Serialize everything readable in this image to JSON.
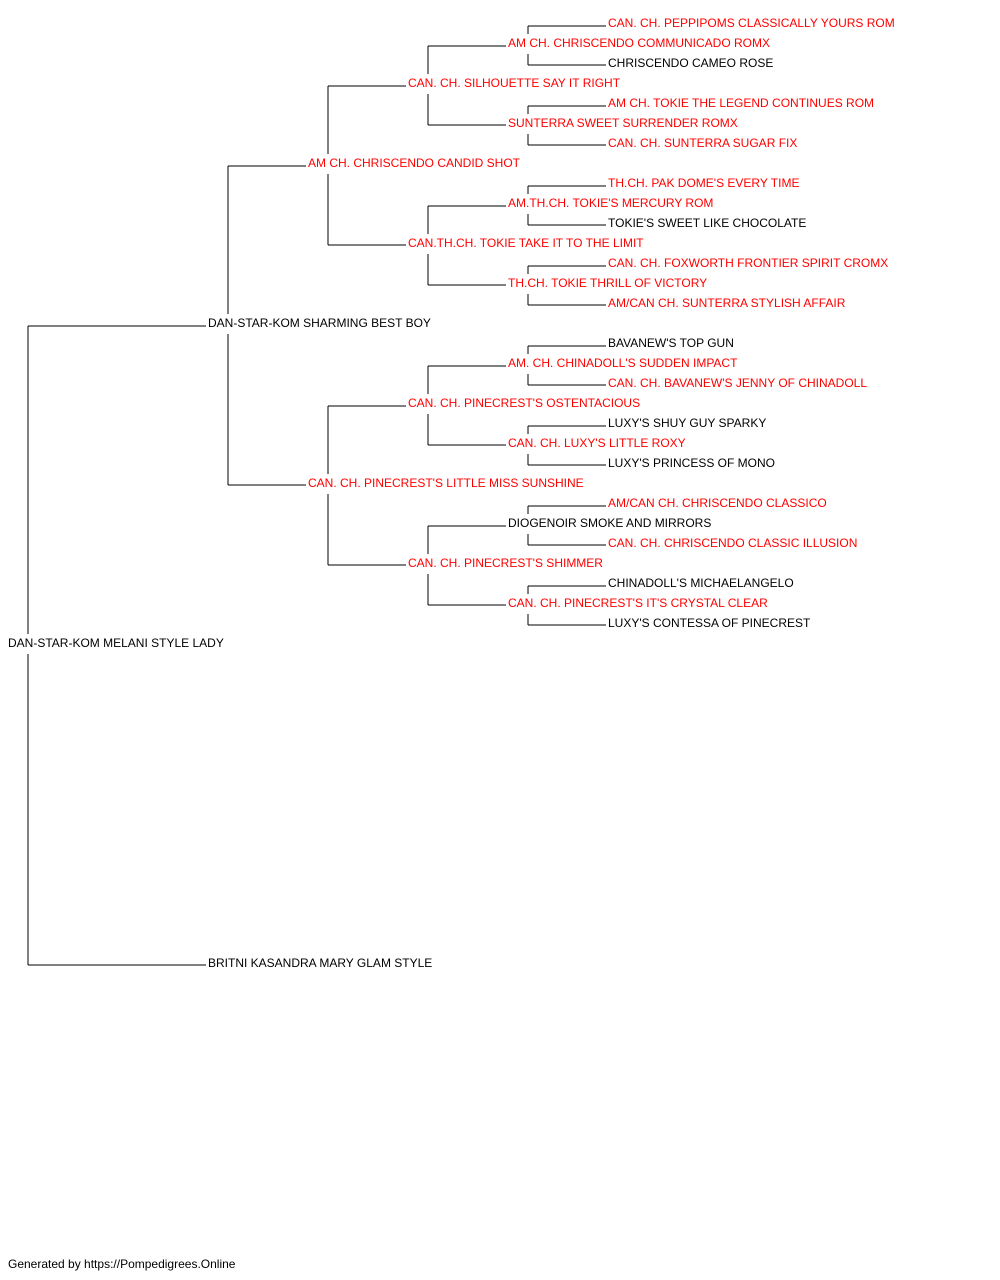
{
  "colors": {
    "champion": "#ff0000",
    "plain": "#000000",
    "connector": "#000000"
  },
  "pedigree": {
    "name": "DAN-STAR-KOM MELANI STYLE LADY",
    "champion": false,
    "sire": {
      "name": "DAN-STAR-KOM SHARMING BEST BOY",
      "champion": false,
      "sire": {
        "name": "AM CH. CHRISCENDO CANDID SHOT",
        "champion": true,
        "sire": {
          "name": "CAN. CH. SILHOUETTE SAY IT RIGHT",
          "champion": true,
          "sire": {
            "name": "AM CH. CHRISCENDO COMMUNICADO ROMX",
            "champion": true,
            "sire": {
              "name": "CAN. CH. PEPPIPOMS CLASSICALLY YOURS ROM",
              "champion": true
            },
            "dam": {
              "name": "CHRISCENDO CAMEO ROSE",
              "champion": false
            }
          },
          "dam": {
            "name": "SUNTERRA SWEET SURRENDER ROMX",
            "champion": true,
            "sire": {
              "name": "AM CH. TOKIE THE LEGEND CONTINUES ROM",
              "champion": true
            },
            "dam": {
              "name": "CAN. CH. SUNTERRA SUGAR FIX",
              "champion": true
            }
          }
        },
        "dam": {
          "name": "CAN.TH.CH. TOKIE TAKE IT TO THE LIMIT",
          "champion": true,
          "sire": {
            "name": "AM.TH.CH. TOKIE'S MERCURY ROM",
            "champion": true,
            "sire": {
              "name": "TH.CH. PAK DOME'S EVERY TIME",
              "champion": true
            },
            "dam": {
              "name": "TOKIE'S SWEET LIKE CHOCOLATE",
              "champion": false
            }
          },
          "dam": {
            "name": "TH.CH. TOKIE THRILL OF VICTORY",
            "champion": true,
            "sire": {
              "name": "CAN. CH. FOXWORTH FRONTIER SPIRIT CROMX",
              "champion": true
            },
            "dam": {
              "name": "AM/CAN CH. SUNTERRA STYLISH AFFAIR",
              "champion": true
            }
          }
        }
      },
      "dam": {
        "name": "CAN. CH. PINECREST'S LITTLE MISS SUNSHINE",
        "champion": true,
        "sire": {
          "name": "CAN. CH. PINECREST'S OSTENTACIOUS",
          "champion": true,
          "sire": {
            "name": "AM. CH. CHINADOLL'S SUDDEN IMPACT",
            "champion": true,
            "sire": {
              "name": "BAVANEW'S TOP GUN",
              "champion": false
            },
            "dam": {
              "name": "CAN. CH. BAVANEW'S JENNY OF CHINADOLL",
              "champion": true
            }
          },
          "dam": {
            "name": "CAN. CH. LUXY'S LITTLE ROXY",
            "champion": true,
            "sire": {
              "name": "LUXY'S SHUY GUY SPARKY",
              "champion": false
            },
            "dam": {
              "name": "LUXY'S PRINCESS OF MONO",
              "champion": false
            }
          }
        },
        "dam": {
          "name": "CAN. CH. PINECREST'S SHIMMER",
          "champion": true,
          "sire": {
            "name": "DIOGENOIR SMOKE AND MIRRORS",
            "champion": false,
            "sire": {
              "name": "AM/CAN CH. CHRISCENDO CLASSICO",
              "champion": true
            },
            "dam": {
              "name": "CAN. CH. CHRISCENDO CLASSIC ILLUSION",
              "champion": true
            }
          },
          "dam": {
            "name": "CAN. CH. PINECREST'S IT'S CRYSTAL CLEAR",
            "champion": true,
            "sire": {
              "name": "CHINADOLL'S MICHAELANGELO",
              "champion": false
            },
            "dam": {
              "name": "LUXY'S CONTESSA OF PINECREST",
              "champion": false
            }
          }
        }
      }
    },
    "dam": {
      "name": "BRITNI KASANDRA MARY GLAM STYLE",
      "champion": false
    }
  },
  "footer": {
    "text": "Generated by https://Pompedigrees.Online"
  }
}
